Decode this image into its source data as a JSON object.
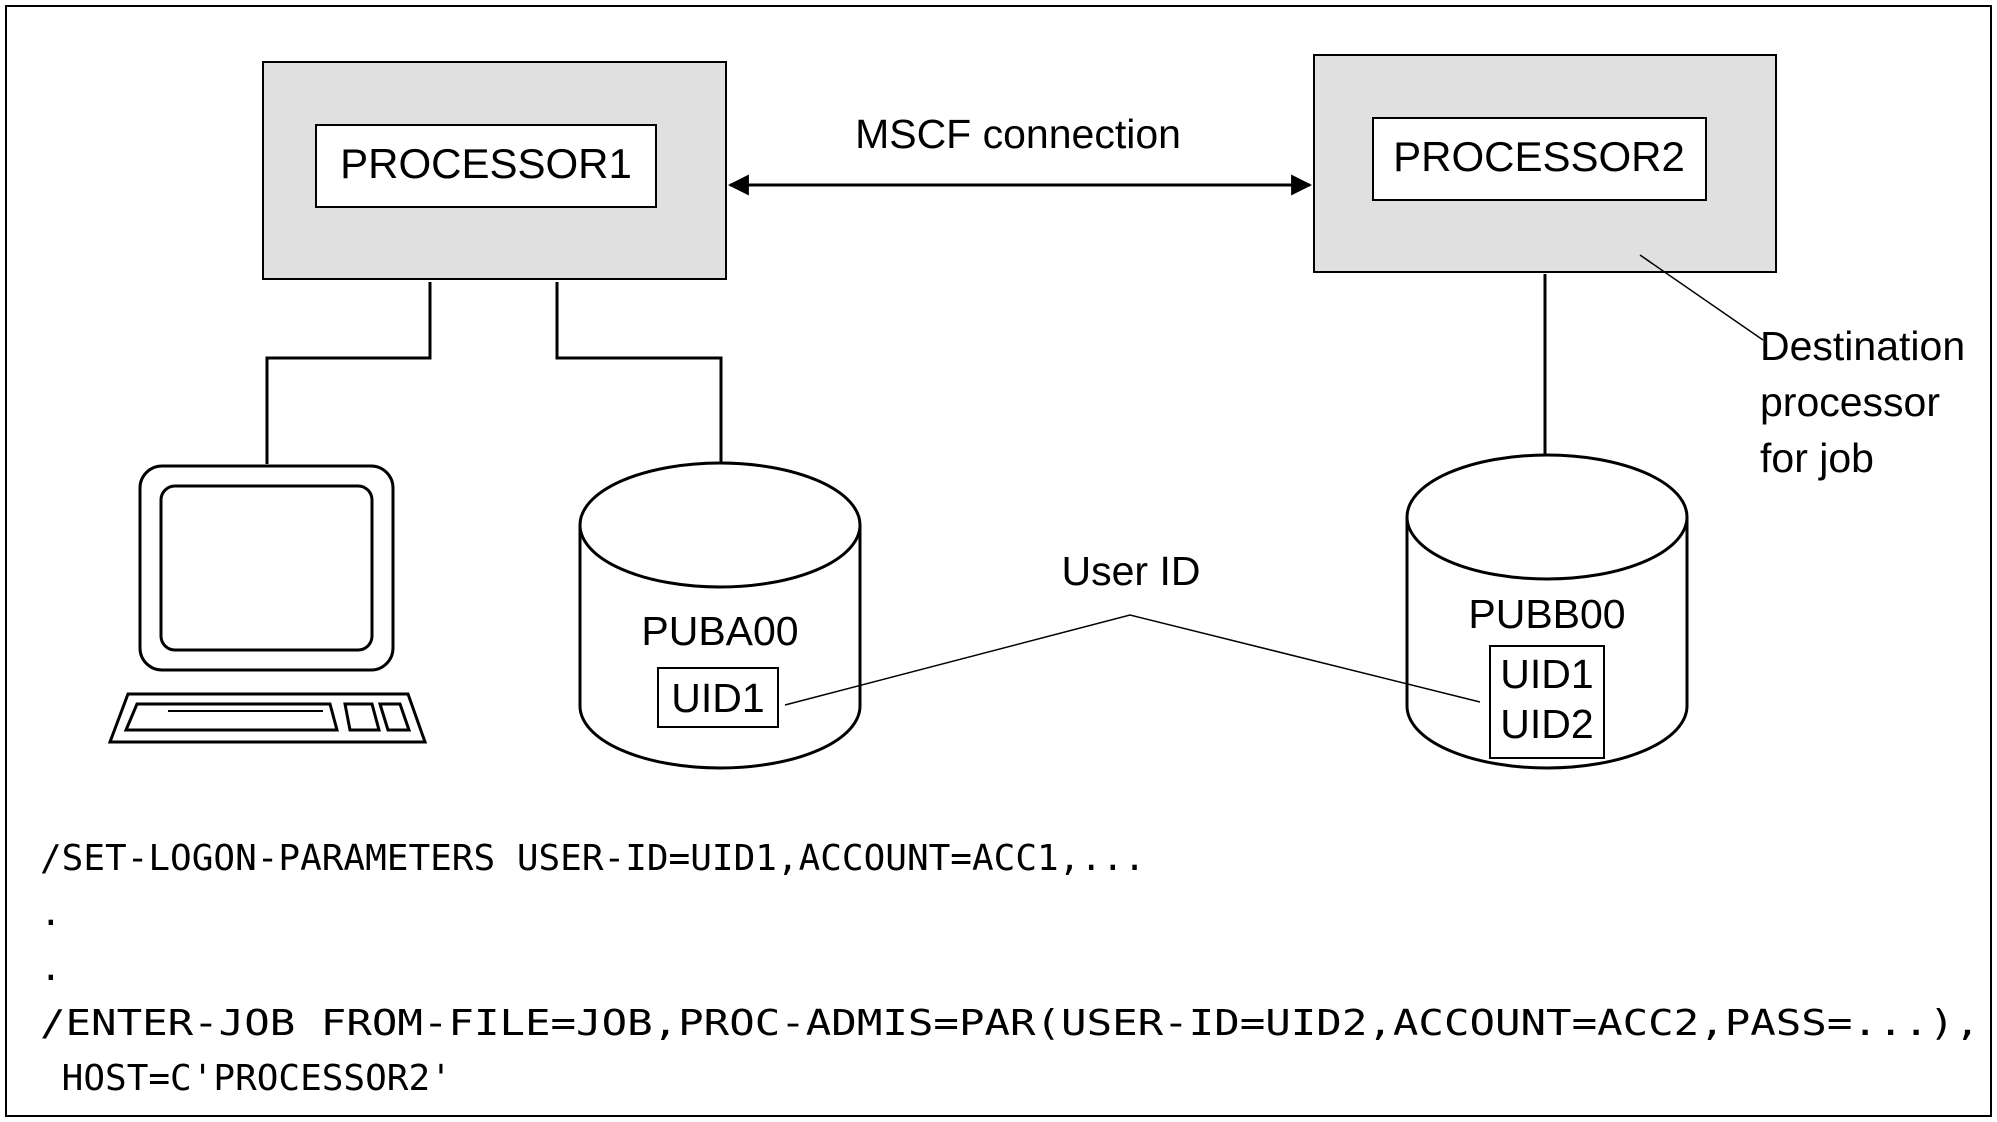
{
  "colors": {
    "box_fill": "#e0e0e0",
    "stroke": "#000000",
    "background": "#ffffff"
  },
  "processor1": {
    "label": "PROCESSOR1"
  },
  "processor2": {
    "label": "PROCESSOR2"
  },
  "connection": {
    "label": "MSCF connection"
  },
  "destination_note": {
    "lines": [
      "Destination",
      "processor",
      "for job"
    ]
  },
  "terminal": {
    "icon": "terminal-icon"
  },
  "disk_a": {
    "name": "PUBA00",
    "user_ids": [
      "UID1"
    ]
  },
  "disk_b": {
    "name": "PUBB00",
    "user_ids": [
      "UID1",
      "UID2"
    ]
  },
  "user_id_label": "User ID",
  "commands": [
    "/SET-LOGON-PARAMETERS USER-ID=UID1,ACCOUNT=ACC1,...",
    ".",
    ".",
    "/ENTER-JOB FROM-FILE=JOB,PROC-ADMIS=PAR(USER-ID=UID2,ACCOUNT=ACC2,PASS=...),",
    " HOST=C'PROCESSOR2'"
  ]
}
